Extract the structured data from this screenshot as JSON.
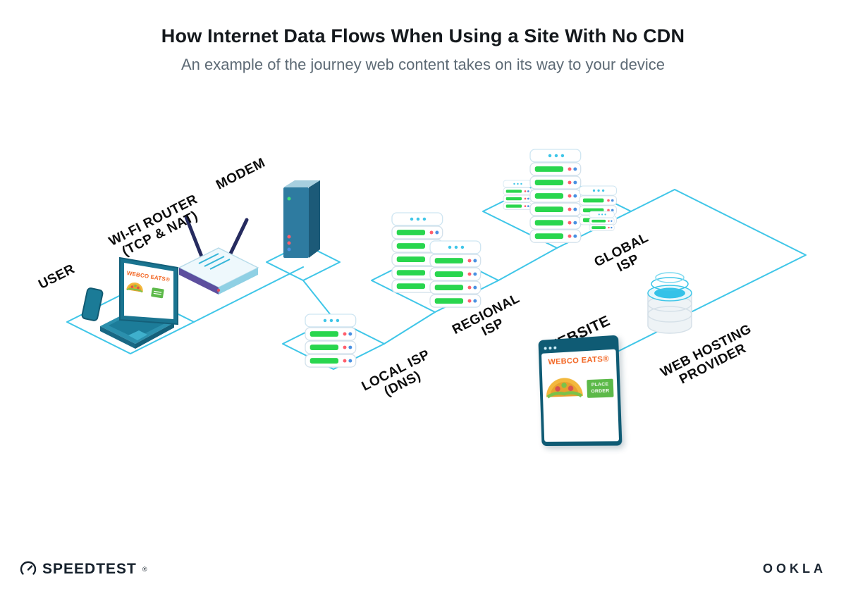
{
  "header": {
    "title": "How Internet Data Flows When Using a Site With No CDN",
    "subtitle": "An example of the journey web content takes on its way to your device"
  },
  "diagram": {
    "nodes": {
      "user": {
        "label": "USER"
      },
      "router": {
        "line1": "WI-FI ROUTER",
        "line2": "(TCP & NAT)"
      },
      "modem": {
        "label": "MODEM"
      },
      "local_isp": {
        "line1": "LOCAL ISP",
        "line2": "(DNS)"
      },
      "regional_isp": {
        "line1": "REGIONAL",
        "line2": "ISP"
      },
      "global_isp": {
        "line1": "GLOBAL",
        "line2": "ISP"
      },
      "website": {
        "label": "WEBSITE"
      },
      "web_hosting": {
        "line1": "WEB HOSTING",
        "line2": "PROVIDER"
      }
    },
    "laptop_screen": {
      "brand": "WEBCO EATS®"
    },
    "website_screen": {
      "brand": "WEBCO EATS®",
      "button_line1": "PLACE",
      "button_line2": "ORDER"
    }
  },
  "footer": {
    "speedtest": "SPEEDTEST",
    "speedtest_mark": "®",
    "ookla": "OOKLA"
  },
  "colors": {
    "line": "#3FC6E8",
    "server_green": "#29D64E",
    "brand_orange": "#F26522",
    "teal_dark": "#1B6A86"
  }
}
